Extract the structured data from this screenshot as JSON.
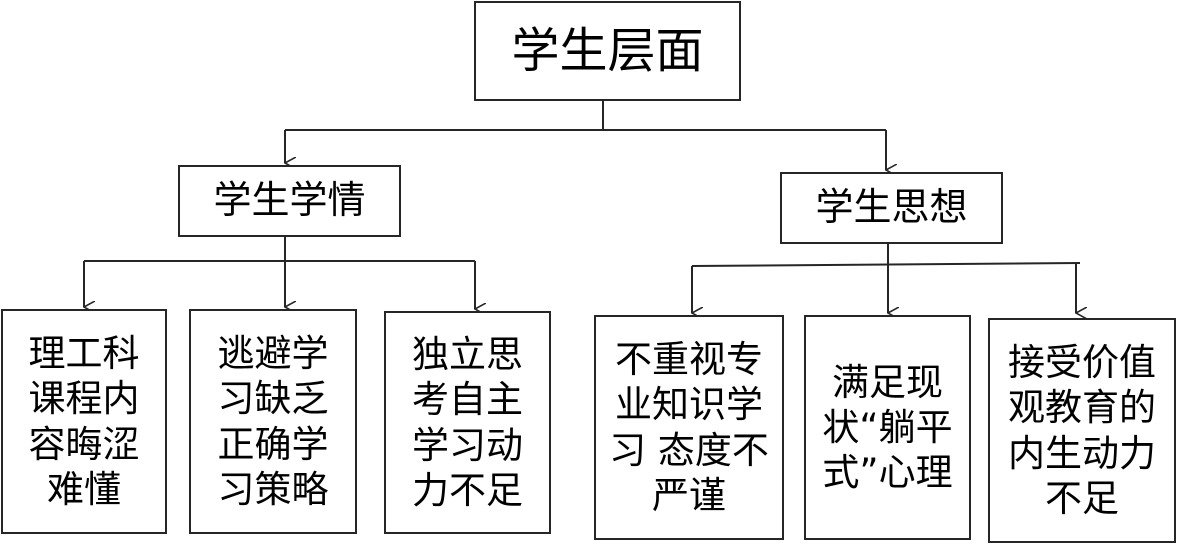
{
  "root": {
    "label": "学生层面"
  },
  "branches": [
    {
      "label": "学生学情",
      "children": [
        "理工科\n课程内\n容晦涩\n难懂",
        "逃避学\n习缺乏\n正确学\n习策略",
        "独立思\n考自主\n学习动\n力不足"
      ]
    },
    {
      "label": "学生思想",
      "children": [
        "不重视专\n业知识学\n习 态度不\n严谨",
        "满足现\n状“躺平\n式”心理",
        "接受价值\n观教育的\n内生动力\n不足"
      ]
    }
  ],
  "colors": {
    "stroke": "#262626",
    "text": "#000000",
    "background": "#ffffff"
  }
}
